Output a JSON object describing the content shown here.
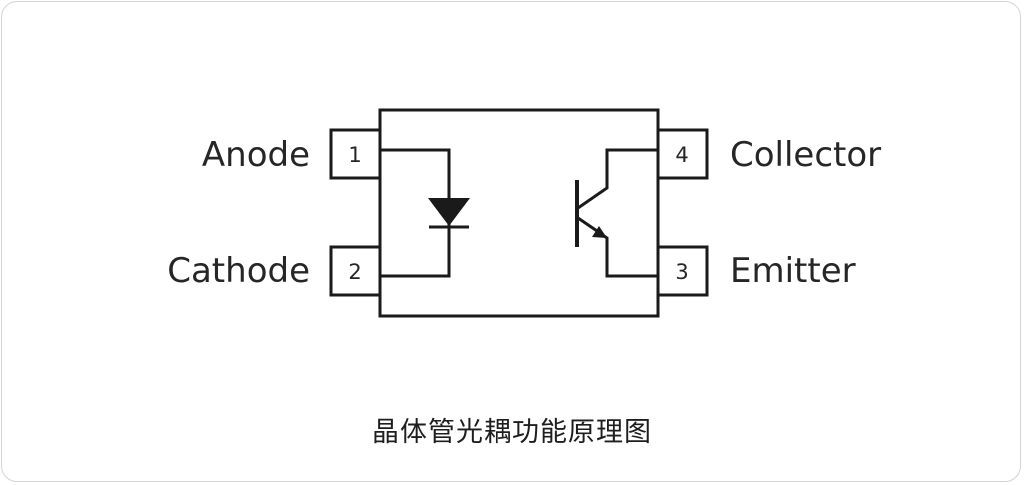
{
  "caption": "晶体管光耦功能原理图",
  "pins": [
    {
      "number": "1",
      "label": "Anode"
    },
    {
      "number": "2",
      "label": "Cathode"
    },
    {
      "number": "3",
      "label": "Emitter"
    },
    {
      "number": "4",
      "label": "Collector"
    }
  ],
  "colors": {
    "line": "#1a1a1a",
    "text": "#262626",
    "frame_border": "#d4d4d4"
  },
  "icons": {
    "led": "diode-icon",
    "transistor": "phototransistor-icon"
  }
}
